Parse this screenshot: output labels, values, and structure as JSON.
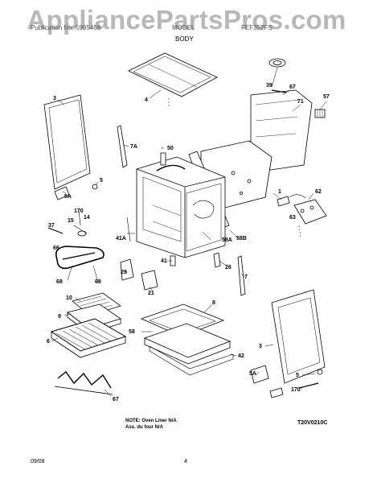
{
  "watermark": "AppliancePartsPros.com",
  "header": {
    "left": "Publication No: 5995468",
    "center": "MODEL",
    "right": "FEF352FS"
  },
  "section_title": "BODY",
  "callouts": {
    "c3a": "3",
    "c4": "4",
    "c39": "39",
    "c67a": "67",
    "c57": "57",
    "c71": "71",
    "c7a": "7A",
    "c50": "50",
    "c5a": "5",
    "c5A1": "5A",
    "c1": "1",
    "c62": "62",
    "c170a": "170",
    "c14": "14",
    "c37": "37",
    "c15": "15",
    "c63": "63",
    "c66": "66",
    "c41a": "41A",
    "c58a": "58A",
    "c58b": "58B",
    "c68a": "68",
    "c68b": "68",
    "c41": "41",
    "c26": "26",
    "c29": "29",
    "c7": "7",
    "c21": "21",
    "c10": "10",
    "c9": "9",
    "c8": "8",
    "c6": "6",
    "c58": "58",
    "c3b": "3",
    "c42": "42",
    "c5A2": "5A",
    "c5b": "5",
    "c170b": "170",
    "c67b": "67"
  },
  "note": {
    "line1": "NOTE: Oven Liner N/A",
    "line2": "Ass. du four N/A"
  },
  "figure_code": "T20V0210C",
  "footer": {
    "date": "09/08",
    "page": "4"
  }
}
